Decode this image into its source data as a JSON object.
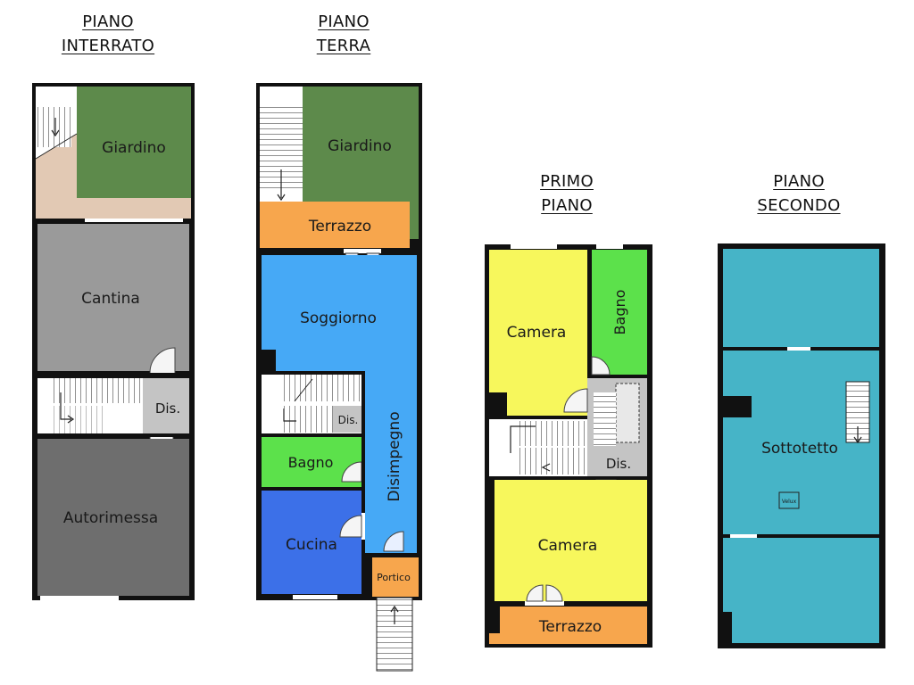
{
  "colors": {
    "wall": "#111111",
    "garden": "#5d8a4b",
    "paving": "#e2c9b4",
    "cantina": "#9a9a9a",
    "disimpegno_grey": "#c4c4c4",
    "autorimessa": "#6e6e6e",
    "terrazzo": "#f7a64d",
    "soggiorno": "#46a9f6",
    "bagno": "#5ce14b",
    "cucina": "#3c70e8",
    "camera": "#f7f75c",
    "sottotetto": "#46b4c7"
  },
  "floors": [
    {
      "title_line1": "PIANO",
      "title_line2": "INTERRATO",
      "rooms": {
        "giardino": "Giardino",
        "cantina": "Cantina",
        "dis": "Dis.",
        "autorimessa": "Autorimessa"
      }
    },
    {
      "title_line1": "PIANO",
      "title_line2": "TERRA",
      "rooms": {
        "giardino": "Giardino",
        "terrazzo": "Terrazzo",
        "soggiorno": "Soggiorno",
        "dis": "Dis.",
        "disimpegno": "Disimpegno",
        "bagno": "Bagno",
        "cucina": "Cucina",
        "portico": "Portico"
      }
    },
    {
      "title_line1": "PRIMO",
      "title_line2": "PIANO",
      "rooms": {
        "camera_top": "Camera",
        "bagno": "Bagno",
        "dis": "Dis.",
        "camera_bottom": "Camera",
        "terrazzo": "Terrazzo"
      }
    },
    {
      "title_line1": "PIANO",
      "title_line2": "SECONDO",
      "rooms": {
        "sottotetto": "Sottotetto",
        "velux": "Velux"
      }
    }
  ]
}
